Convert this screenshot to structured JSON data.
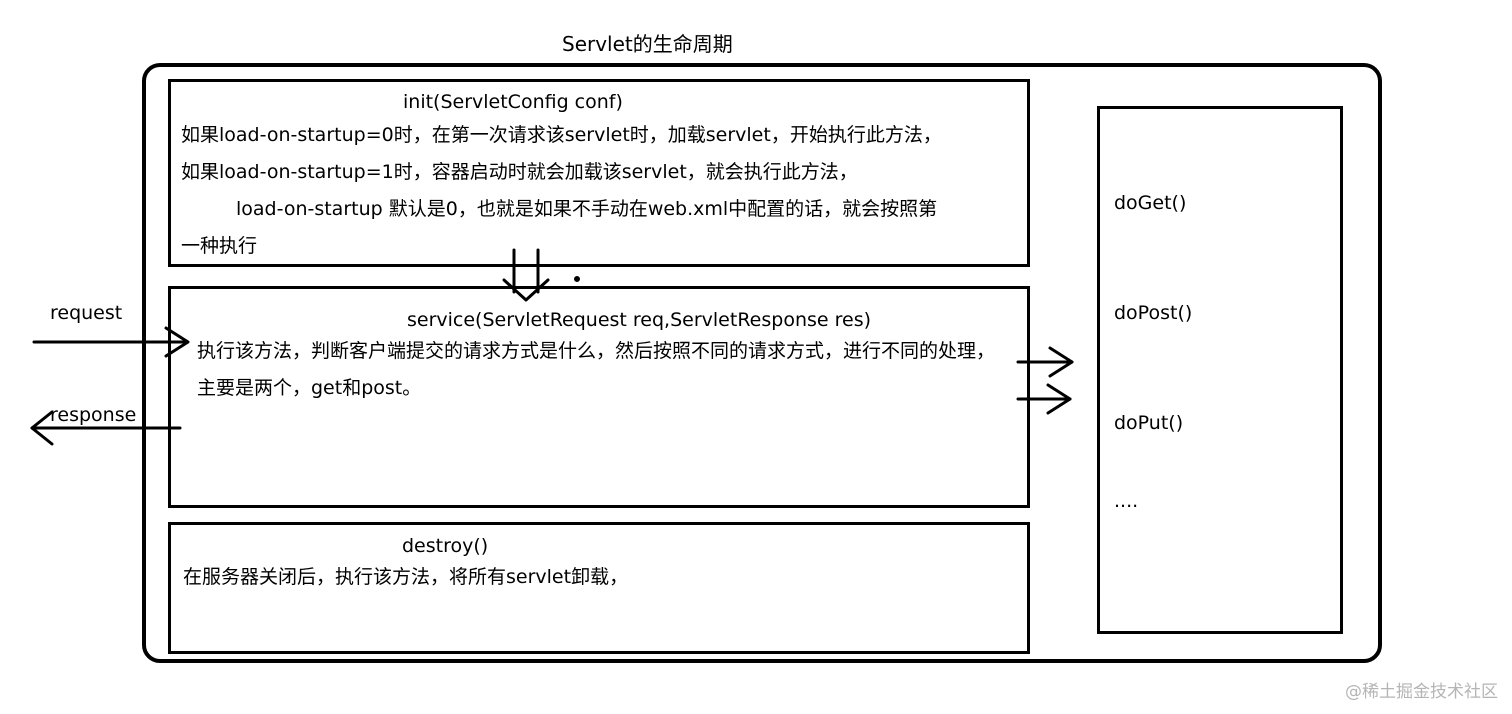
{
  "title": "Servlet的生命周期",
  "init": {
    "signature": "init(ServletConfig conf)",
    "line1": "如果load-on-startup=0时，在第一次请求该servlet时，加载servlet，开始执行此方法，",
    "line2": "如果load-on-startup=1时，容器启动时就会加载该servlet，就会执行此方法，",
    "line3": "load-on-startup 默认是0，也就是如果不手动在web.xml中配置的话，就会按照第",
    "line4": "一种执行"
  },
  "service": {
    "signature": "service(ServletRequest req,ServletResponse res)",
    "description": "执行该方法，判断客户端提交的请求方式是什么，然后按照不同的请求方式，进行不同的处理，主要是两个，get和post。"
  },
  "destroy": {
    "signature": "destroy()",
    "description": "在服务器关闭后，执行该方法，将所有servlet卸载，"
  },
  "methods": [
    "doGet()",
    "doPost()",
    "doPut()",
    "...."
  ],
  "request_label": "request",
  "response_label": "response",
  "watermark": "@稀土掘金技术社区"
}
